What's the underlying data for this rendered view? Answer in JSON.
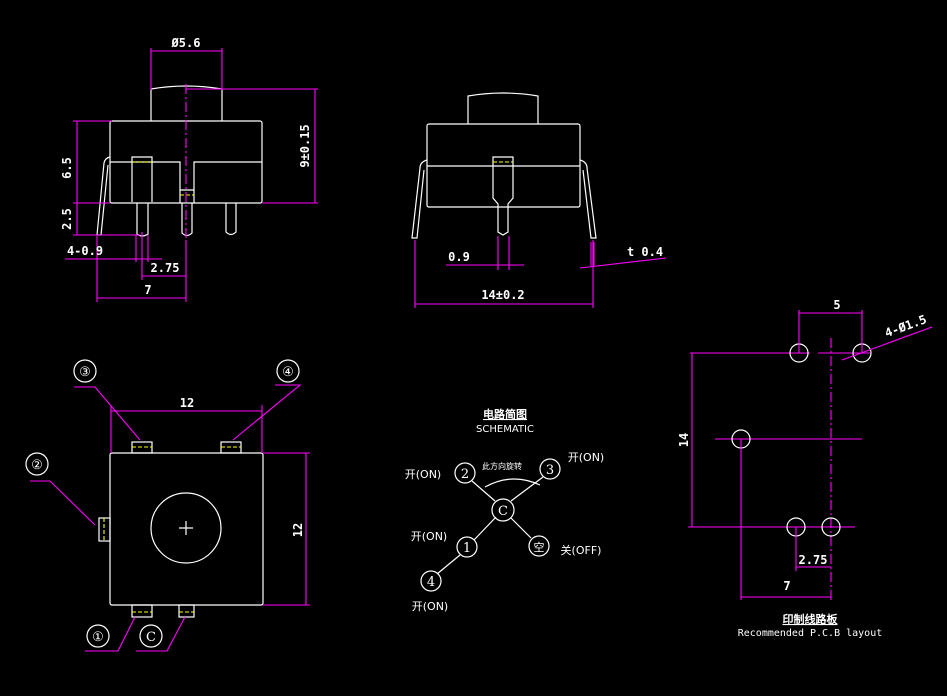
{
  "side_view": {
    "dim_diameter": "Ø5.6",
    "dim_height": "9±0.15",
    "dim_body": "6.5",
    "dim_pin": "2.5",
    "dim_pin_width": "4-0.9",
    "dim_pin_spacing": "2.75",
    "dim_offset": "7"
  },
  "front_view": {
    "dim_pin_width": "0.9",
    "dim_thickness": "t 0.4",
    "dim_width": "14±0.2"
  },
  "top_view": {
    "dim_width": "12",
    "dim_height": "12",
    "pin_labels": [
      "③",
      "④",
      "②",
      "①",
      "C"
    ]
  },
  "schematic": {
    "title_cn": "电路简图",
    "title_en": "SCHEMATIC",
    "rotation_note": "此方向旋转",
    "nodes": [
      "2",
      "3",
      "C",
      "1",
      "空",
      "4"
    ],
    "labels": [
      "开(ON)",
      "开(ON)",
      "开(ON)",
      "关(OFF)",
      "开(ON)"
    ]
  },
  "pcb": {
    "dim_hole": "4-Ø1.5",
    "dim_spacing_top": "5",
    "dim_height": "14",
    "dim_spacing_bottom": "2.75",
    "dim_offset": "7",
    "title_cn": "印制线路板",
    "title_en": "Recommended P.C.B layout"
  }
}
